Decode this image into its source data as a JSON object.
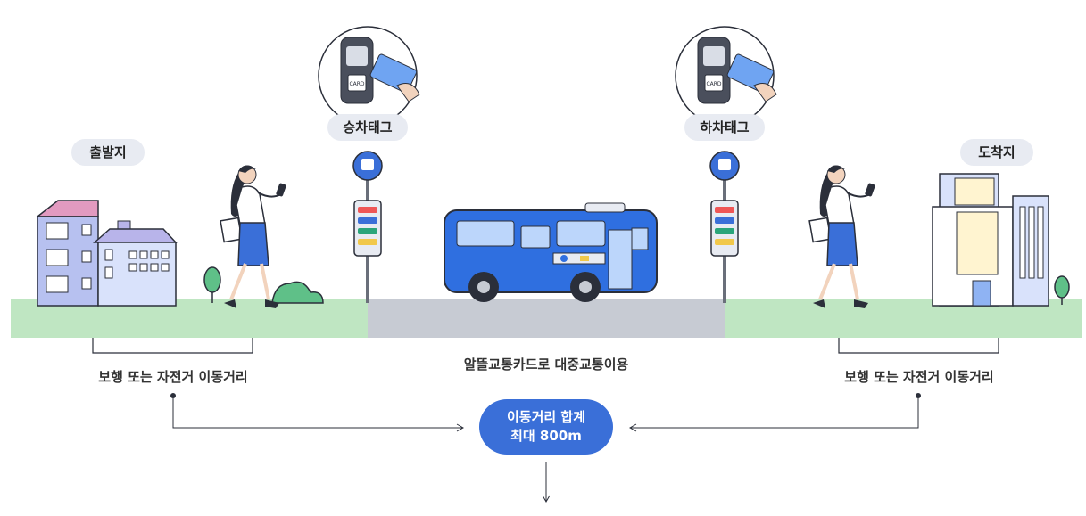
{
  "labels": {
    "origin": "출발지",
    "destination": "도착지",
    "board_tag": "승차태그",
    "alight_tag": "하차태그",
    "walk_left": "보행 또는 자전거 이동거리",
    "walk_right": "보행 또는 자전거 이동거리",
    "transit": "알뜰교통카드로 대중교통이용",
    "total_line1": "이동거리 합계",
    "total_line2": "최대 800m",
    "card_text": "CARD"
  },
  "colors": {
    "ground_green": "#bfe6c2",
    "road_gray": "#c7cbd3",
    "bus_blue": "#2f6fe0",
    "accent_blue": "#3a6fd8",
    "pill_bg": "#e8ebf2",
    "building_purple": "#b8b4ea"
  }
}
